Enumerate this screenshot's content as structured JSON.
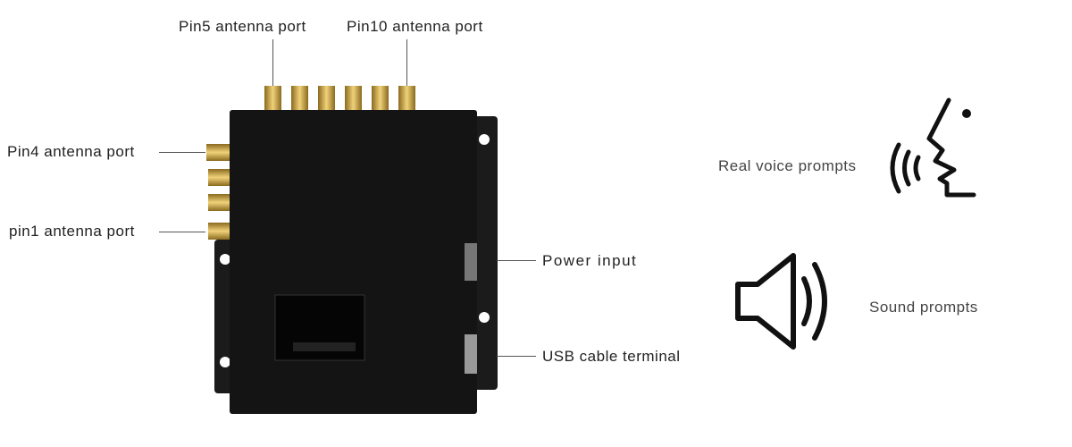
{
  "labels": {
    "pin5": "Pin5 antenna port",
    "pin10": "Pin10 antenna port",
    "pin4": "Pin4 antenna port",
    "pin1": "pin1 antenna port",
    "power": "Power input",
    "usb": "USB cable terminal",
    "voice": "Real voice prompts",
    "sound": "Sound prompts"
  },
  "colors": {
    "device": "#141414",
    "connector": "#c9a23c",
    "text": "#222222"
  }
}
